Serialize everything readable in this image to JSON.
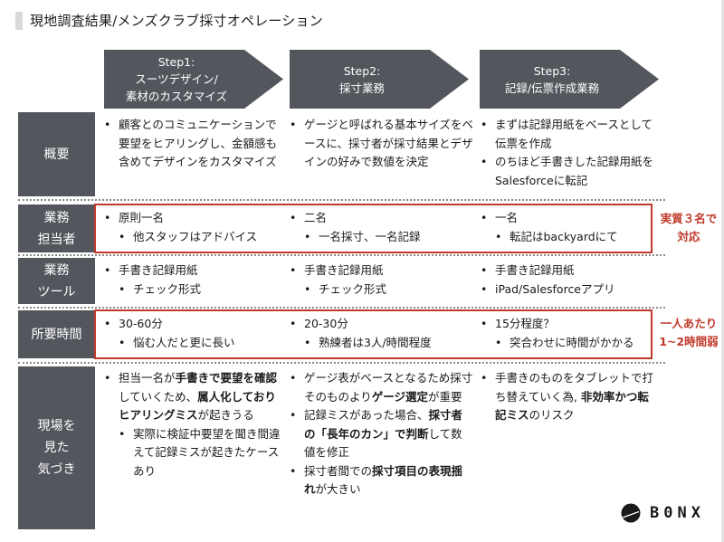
{
  "header": {
    "title": "現地調査結果/メンズクラブ採寸オペレーション"
  },
  "steps": [
    {
      "lines": [
        "Step1:",
        "スーツデザイン/",
        "素材のカスタマイズ"
      ]
    },
    {
      "lines": [
        "Step2:",
        "採寸業務"
      ]
    },
    {
      "lines": [
        "Step3:",
        "記録/伝票作成業務"
      ]
    }
  ],
  "rows": [
    {
      "label": [
        "概要"
      ],
      "cells": [
        [
          {
            "level": 1,
            "parts": [
              {
                "t": "顧客とのコミュニケーションで要望をヒアリングし、金額感も含めてデザインをカスタマイズ"
              }
            ]
          }
        ],
        [
          {
            "level": 1,
            "parts": [
              {
                "t": "ゲージと呼ばれる基本サイズをベースに、採寸者が採寸結果とデザインの好みで数値を決定"
              }
            ]
          }
        ],
        [
          {
            "level": 1,
            "parts": [
              {
                "t": "まずは記録用紙をベースとして伝票を作成"
              }
            ]
          },
          {
            "level": 1,
            "parts": [
              {
                "t": "のちほど手書きした記録用紙をSalesforceに転記"
              }
            ]
          }
        ]
      ]
    },
    {
      "label": [
        "業務",
        "担当者"
      ],
      "cells": [
        [
          {
            "level": 1,
            "parts": [
              {
                "t": "原則一名"
              }
            ]
          },
          {
            "level": 2,
            "parts": [
              {
                "t": "他スタッフはアドバイス"
              }
            ]
          }
        ],
        [
          {
            "level": 1,
            "parts": [
              {
                "t": "二名"
              }
            ]
          },
          {
            "level": 2,
            "parts": [
              {
                "t": "一名採寸、一名記録"
              }
            ]
          }
        ],
        [
          {
            "level": 1,
            "parts": [
              {
                "t": "一名"
              }
            ]
          },
          {
            "level": 2,
            "parts": [
              {
                "t": "転記はbackyardにて"
              }
            ]
          }
        ]
      ],
      "note": [
        "実質３名で",
        "対応"
      ]
    },
    {
      "label": [
        "業務",
        "ツール"
      ],
      "cells": [
        [
          {
            "level": 1,
            "parts": [
              {
                "t": "手書き記録用紙"
              }
            ]
          },
          {
            "level": 2,
            "parts": [
              {
                "t": "チェック形式"
              }
            ]
          }
        ],
        [
          {
            "level": 1,
            "parts": [
              {
                "t": "手書き記録用紙"
              }
            ]
          },
          {
            "level": 2,
            "parts": [
              {
                "t": "チェック形式"
              }
            ]
          }
        ],
        [
          {
            "level": 1,
            "parts": [
              {
                "t": "手書き記録用紙"
              }
            ]
          },
          {
            "level": 1,
            "parts": [
              {
                "t": "iPad/Salesforceアプリ"
              }
            ]
          }
        ]
      ]
    },
    {
      "label": [
        "所要時間"
      ],
      "cells": [
        [
          {
            "level": 1,
            "parts": [
              {
                "t": "30-60分"
              }
            ]
          },
          {
            "level": 2,
            "parts": [
              {
                "t": "悩む人だと更に長い"
              }
            ]
          }
        ],
        [
          {
            "level": 1,
            "parts": [
              {
                "t": "20-30分"
              }
            ]
          },
          {
            "level": 2,
            "parts": [
              {
                "t": "熟練者は3人/時間程度"
              }
            ]
          }
        ],
        [
          {
            "level": 1,
            "parts": [
              {
                "t": "15分程度？"
              }
            ]
          },
          {
            "level": 2,
            "parts": [
              {
                "t": "突合わせに時間がかかる"
              }
            ]
          }
        ]
      ],
      "note": [
        "一人あたり",
        "1~2時間弱"
      ]
    },
    {
      "label": [
        "現場を",
        "見た",
        "気づき"
      ],
      "cells": [
        [
          {
            "level": 1,
            "parts": [
              {
                "t": "担当一名が"
              },
              {
                "t": "手書きで要望を確認",
                "b": true
              },
              {
                "t": "していくため、"
              },
              {
                "t": "属人化しておりヒアリングミス",
                "b": true
              },
              {
                "t": "が起きうる"
              }
            ]
          },
          {
            "level": 2,
            "parts": [
              {
                "t": "実際に検証中要望を聞き間違えて記録ミスが起きたケースあり"
              }
            ]
          }
        ],
        [
          {
            "level": 1,
            "parts": [
              {
                "t": "ゲージ表がベースとなるため採寸そのものより"
              },
              {
                "t": "ゲージ選定",
                "b": true
              },
              {
                "t": "が重要"
              }
            ]
          },
          {
            "level": 1,
            "parts": [
              {
                "t": "記録ミスがあった場合、"
              },
              {
                "t": "採寸者の「長年のカン」で判断",
                "b": true
              },
              {
                "t": "して数値を修正"
              }
            ]
          },
          {
            "level": 1,
            "parts": [
              {
                "t": "採寸者間での"
              },
              {
                "t": "採寸項目の表現揺れ",
                "b": true
              },
              {
                "t": "が大きい"
              }
            ]
          }
        ],
        [
          {
            "level": 1,
            "parts": [
              {
                "t": "手書きのものをタブレットで打ち替えていく為, "
              },
              {
                "t": "非効率かつ転記ミス",
                "b": true
              },
              {
                "t": "のリスク"
              }
            ]
          }
        ]
      ]
    }
  ],
  "logo": {
    "text": "B0NX",
    "icon": "bonx-logo-icon"
  },
  "colors": {
    "label_bg": "#53565c",
    "accent_red": "#c0392b",
    "step_bg": "#53565c"
  }
}
